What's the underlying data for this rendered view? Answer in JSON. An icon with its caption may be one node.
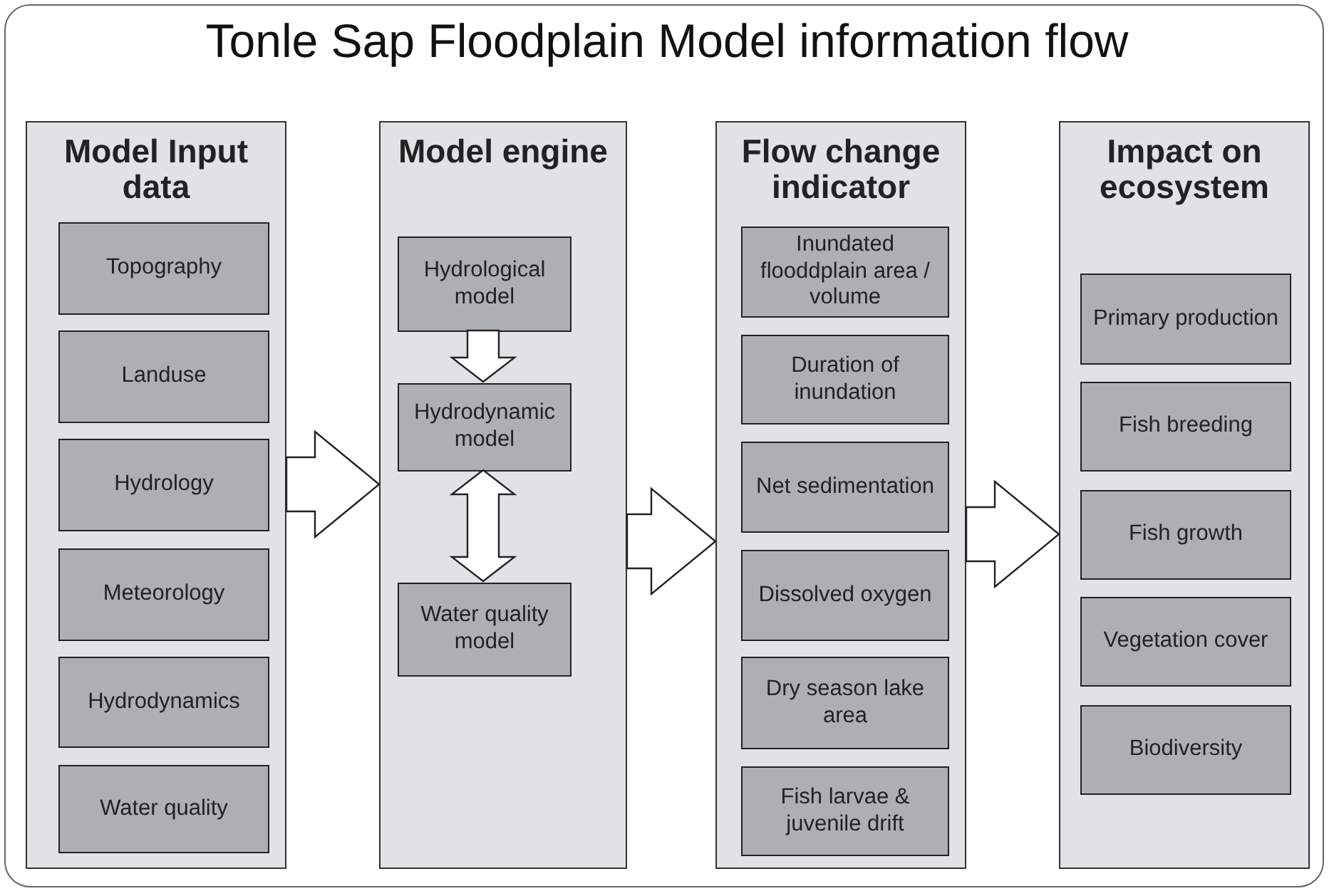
{
  "diagram": {
    "title": "Tonle Sap Floodplain Model information flow",
    "nodes": [
      {
        "text": [
          "Model Input data"
        ]
      },
      {
        "text": [
          "Topography"
        ],
        "in": 0
      },
      {
        "text": [
          "Landuse"
        ],
        "in": 0
      },
      {
        "text": [
          "Hydrology"
        ],
        "in": 0
      },
      {
        "text": [
          "Meteorology"
        ],
        "in": 0
      },
      {
        "text": [
          "Hydrodynamics"
        ],
        "in": 0
      },
      {
        "text": [
          "Water quality"
        ],
        "in": 0
      },
      {
        "text": [
          "Model engine"
        ]
      },
      {
        "text": [
          "Hydrological model"
        ],
        "in": 7
      },
      {
        "text": [
          "Hydrodynamic model"
        ],
        "in": 7
      },
      {
        "text": [
          "Water quality model"
        ],
        "in": 7
      },
      {
        "text": [
          "Flow change indicator"
        ]
      },
      {
        "text": [
          "Inundated flooddplain area / volume"
        ],
        "in": 11
      },
      {
        "text": [
          "Duration of inundation"
        ],
        "in": 11
      },
      {
        "text": [
          "Net sedimentation"
        ],
        "in": 11
      },
      {
        "text": [
          "Dissolved oxygen"
        ],
        "in": 11
      },
      {
        "text": [
          "Dry season lake area"
        ],
        "in": 11
      },
      {
        "text": [
          "Fish larvae & juvenile drift"
        ],
        "in": 11
      },
      {
        "text": [
          "Impact on ecosystem"
        ]
      },
      {
        "text": [
          "Primary production"
        ],
        "in": 18
      },
      {
        "text": [
          "Fish breeding"
        ],
        "in": 18
      },
      {
        "text": [
          "Fish growth"
        ],
        "in": 18
      },
      {
        "text": [
          "Vegetation cover"
        ],
        "in": 18
      },
      {
        "text": [
          "Biodiversity"
        ],
        "in": 18
      }
    ],
    "edges": [
      {
        "from": 0,
        "to": 7,
        "arrow": "to"
      },
      {
        "from": 8,
        "to": 9,
        "arrow": "to"
      },
      {
        "from": 9,
        "to": 10,
        "arrow": "both"
      },
      {
        "from": 7,
        "to": 11,
        "arrow": "to"
      },
      {
        "from": 11,
        "to": 18,
        "arrow": "to"
      }
    ]
  }
}
